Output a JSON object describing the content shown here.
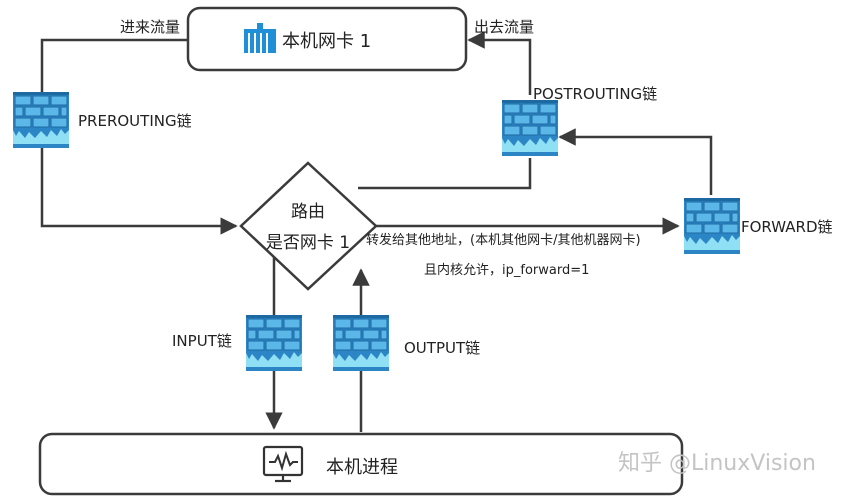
{
  "nic": {
    "label": "本机网卡 1",
    "icon": "server-rack-icon"
  },
  "labels": {
    "incoming": "进来流量",
    "outgoing": "出去流量",
    "prerouting": "PREROUTING链",
    "postrouting": "POSTROUTING链",
    "forward": "FORWARD链",
    "input": "INPUT链",
    "output": "OUTPUT链"
  },
  "decision": {
    "line1": "路由",
    "line2": "是否网卡 1"
  },
  "forward_note": {
    "line1": "转发给其他地址，(本机其他网卡/其他机器网卡)",
    "line2": "且内核允许，ip_forward=1"
  },
  "process": {
    "label": "本机进程",
    "icon": "monitor-icon"
  },
  "watermark": "知乎 @LinuxVision",
  "colors": {
    "line": "#3b3b3b",
    "firewall_dark": "#2c86c6",
    "firewall_light": "#7fd3ee",
    "nic_icon": "#1f8fd8"
  }
}
